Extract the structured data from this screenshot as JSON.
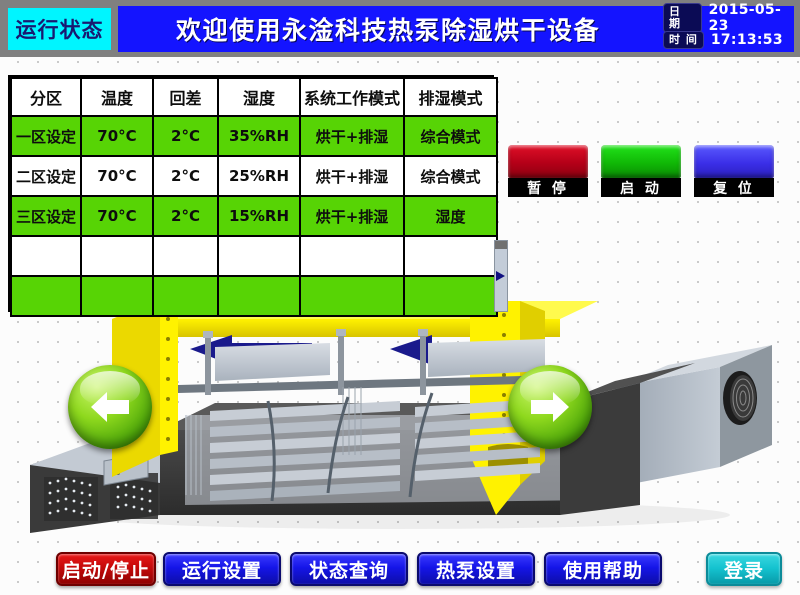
{
  "header": {
    "status_badge": "运行状态",
    "title": "欢迎使用永淦科技热泵除湿烘干设备",
    "date_label": "日 期",
    "date_value": "2015-05-23",
    "time_label": "时 间",
    "time_value": "17:13:53",
    "colors": {
      "bar": "#808080",
      "title_bg": "#1414ff",
      "badge_bg": "#00f5ff"
    }
  },
  "table": {
    "headers": [
      "分区",
      "温度",
      "回差",
      "湿度",
      "系统工作模式",
      "排湿模式"
    ],
    "rows": [
      {
        "highlight": true,
        "cells": [
          "一区设定",
          "70°C",
          "2°C",
          "35%RH",
          "烘干+排湿",
          "综合模式"
        ]
      },
      {
        "highlight": false,
        "cells": [
          "二区设定",
          "70°C",
          "2°C",
          "25%RH",
          "烘干+排湿",
          "综合模式"
        ]
      },
      {
        "highlight": true,
        "cells": [
          "三区设定",
          "70°C",
          "2°C",
          "15%RH",
          "烘干+排湿",
          "湿度"
        ]
      },
      {
        "highlight": false,
        "cells": [
          "",
          "",
          "",
          "",
          "",
          ""
        ]
      },
      {
        "highlight": true,
        "cells": [
          "",
          "",
          "",
          "",
          "",
          ""
        ]
      }
    ],
    "highlight_color": "#57d405",
    "scrollbar_icon": "scroll-marker-icon"
  },
  "lamps": [
    {
      "label": "暂 停",
      "color": "#b40018",
      "name": "pause"
    },
    {
      "label": "启 动",
      "color": "#10b806",
      "name": "start"
    },
    {
      "label": "复 位",
      "color": "#3b2fe8",
      "name": "reset"
    }
  ],
  "machine": {
    "prev_icon": "arrow-left-icon",
    "next_icon": "arrow-right-icon",
    "airflow_icon": "airflow-arrow-icon"
  },
  "bottom_nav": {
    "buttons": [
      {
        "label": "启动/停止",
        "style": "red"
      },
      {
        "label": "运行设置",
        "style": "blue"
      },
      {
        "label": "状态查询",
        "style": "blue"
      },
      {
        "label": "热泵设置",
        "style": "blue"
      },
      {
        "label": "使用帮助",
        "style": "blue"
      }
    ],
    "login_label": "登录",
    "login_color": "#14c2cf"
  }
}
